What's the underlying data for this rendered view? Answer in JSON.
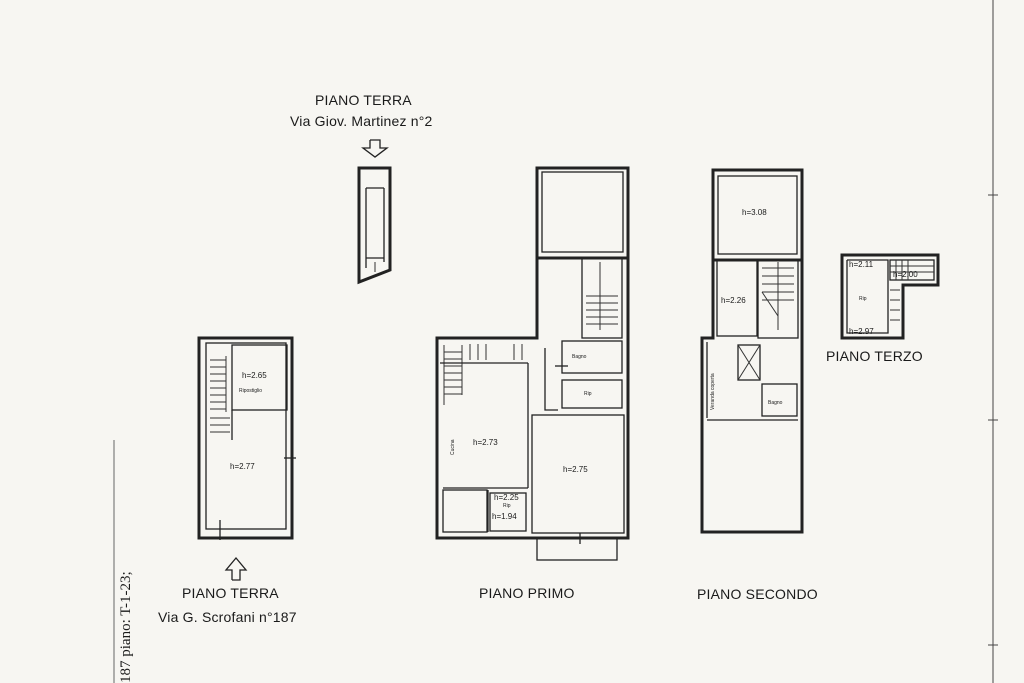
{
  "headings": {
    "ground_top_title": "PIANO TERRA",
    "ground_top_address": "Via Giov. Martinez n°2",
    "ground_bottom_title": "PIANO TERRA",
    "ground_bottom_address": "Via G. Scrofani n°187",
    "first": "PIANO PRIMO",
    "second": "PIANO SECONDO",
    "third": "PIANO TERZO"
  },
  "margin_note": "187 piano: T-1-23;",
  "ground_floor": {
    "storage_height": "h=2.65",
    "storage_name": "Ripostiglio",
    "main_height": "h=2.77"
  },
  "first_floor": {
    "bath": "Bagno",
    "storage": "Rip",
    "kitchen": "Cucina",
    "kitchen_height": "h=2.73",
    "room_height": "h=2.75",
    "small_height_a": "h=2.25",
    "small_storage": "Rip",
    "small_height_b": "h=1.94"
  },
  "second_floor": {
    "top_height": "h=3.08",
    "stair_height": "h=2.26",
    "veranda": "Veranda coperta",
    "bath": "Bagno"
  },
  "third_floor": {
    "height_a": "h=2.11",
    "height_b": "h=2.00",
    "storage": "Rip",
    "height_c": "h=2.97"
  }
}
